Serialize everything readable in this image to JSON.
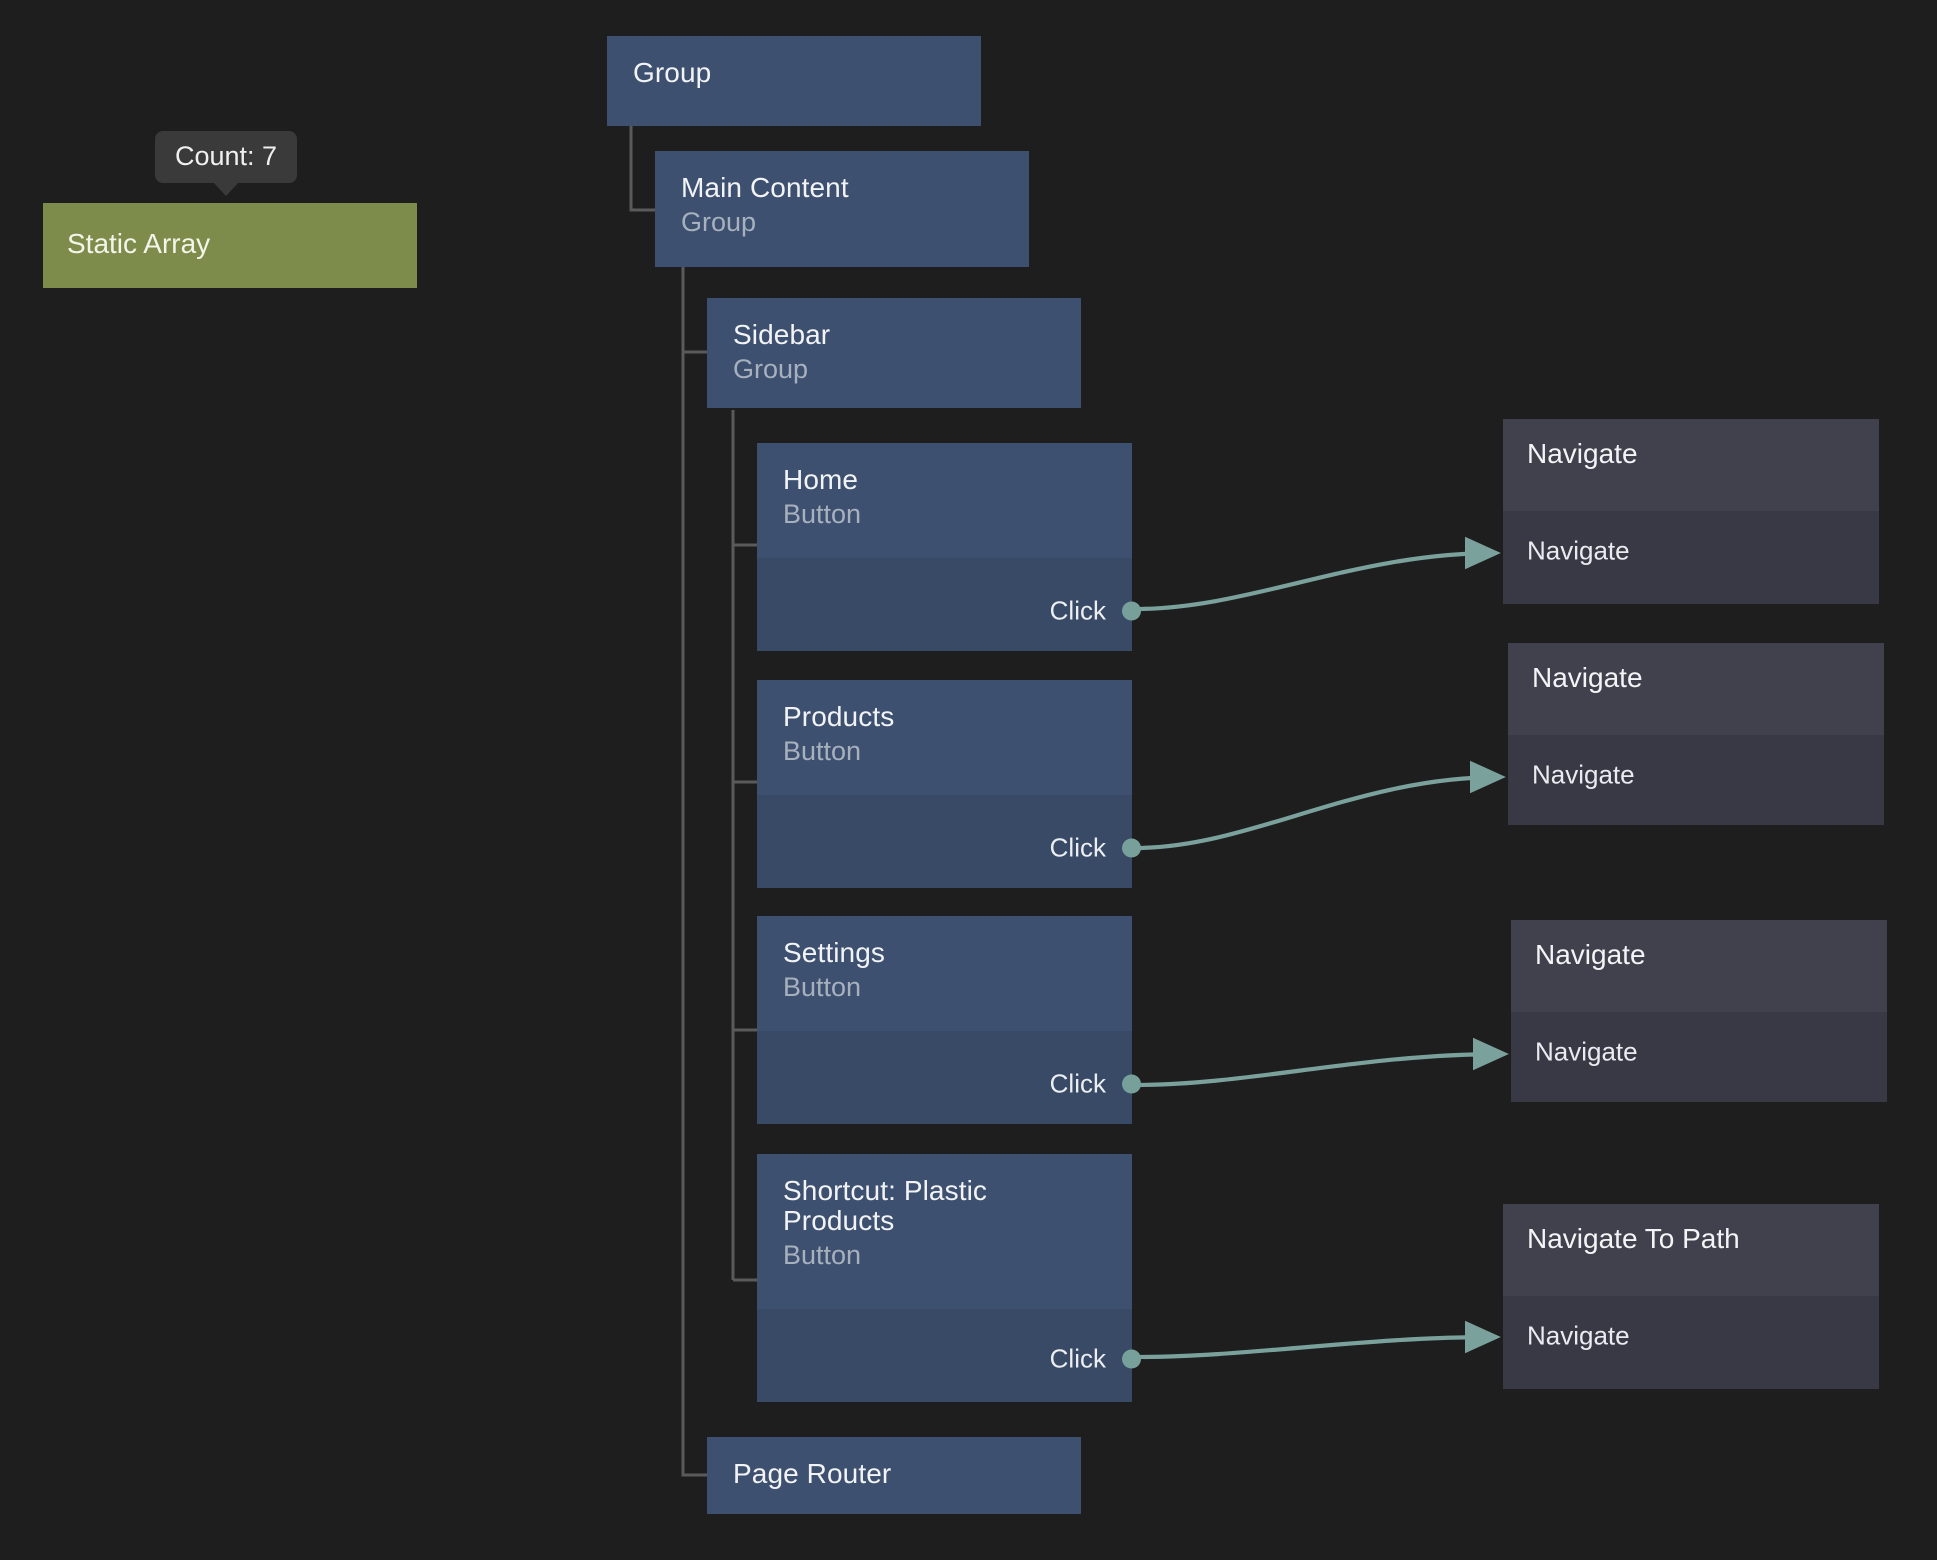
{
  "canvas": {
    "background": "#1e1e1e",
    "node_blue_header": "#3e5070",
    "node_blue_body": "#384a66",
    "node_gray_header": "#41414e",
    "node_gray_body": "#393945",
    "node_green": "#7d8c4a",
    "edge_color": "#7aa19c",
    "tree_line_color": "#5a5a5a",
    "tooltip_background": "#3a3a3a"
  },
  "tooltip": {
    "label": "Count: 7"
  },
  "data_node": {
    "title": "Static Array"
  },
  "tree": {
    "nodes": [
      {
        "title": "Group",
        "subtitle": "",
        "port": ""
      },
      {
        "title": "Main Content",
        "subtitle": "Group",
        "port": ""
      },
      {
        "title": "Sidebar",
        "subtitle": "Group",
        "port": ""
      },
      {
        "title": "Home",
        "subtitle": "Button",
        "port": "Click"
      },
      {
        "title": "Products",
        "subtitle": "Button",
        "port": "Click"
      },
      {
        "title": "Settings",
        "subtitle": "Button",
        "port": "Click"
      },
      {
        "title": "Shortcut: Plastic\nProducts",
        "subtitle": "Button",
        "port": "Click"
      },
      {
        "title": "Page Router",
        "subtitle": "",
        "port": ""
      }
    ]
  },
  "actions": [
    {
      "title": "Navigate",
      "port": "Navigate"
    },
    {
      "title": "Navigate",
      "port": "Navigate"
    },
    {
      "title": "Navigate",
      "port": "Navigate"
    },
    {
      "title": "Navigate To Path",
      "port": "Navigate"
    }
  ]
}
